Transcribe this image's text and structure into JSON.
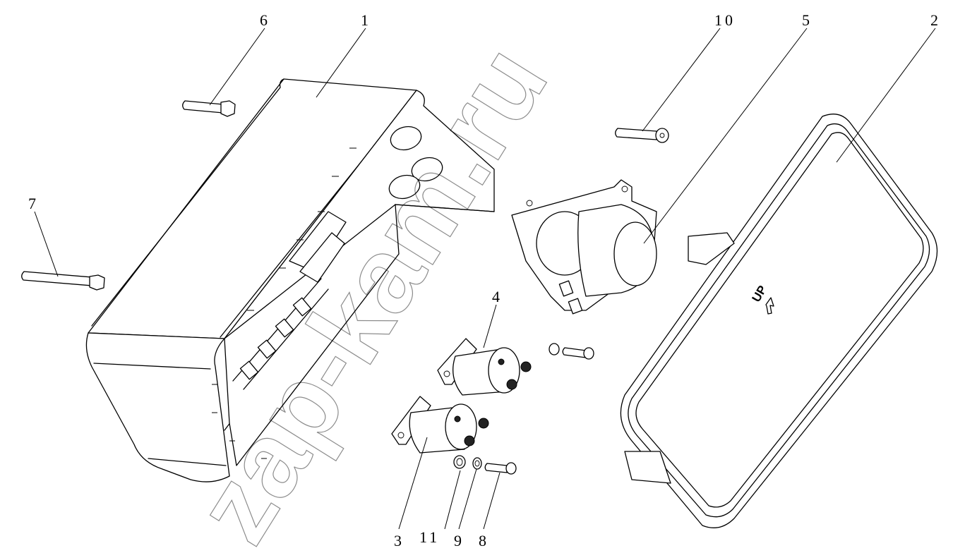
{
  "callouts": [
    {
      "id": "6",
      "label": "6"
    },
    {
      "id": "1",
      "label": "1"
    },
    {
      "id": "10",
      "label": "10"
    },
    {
      "id": "5",
      "label": "5"
    },
    {
      "id": "2",
      "label": "2"
    },
    {
      "id": "7",
      "label": "7"
    },
    {
      "id": "4",
      "label": "4"
    },
    {
      "id": "3",
      "label": "3"
    },
    {
      "id": "11",
      "label": "11"
    },
    {
      "id": "9",
      "label": "9"
    },
    {
      "id": "8",
      "label": "8"
    }
  ],
  "cover_marking": "UP",
  "watermark": "zap-kam.ru"
}
